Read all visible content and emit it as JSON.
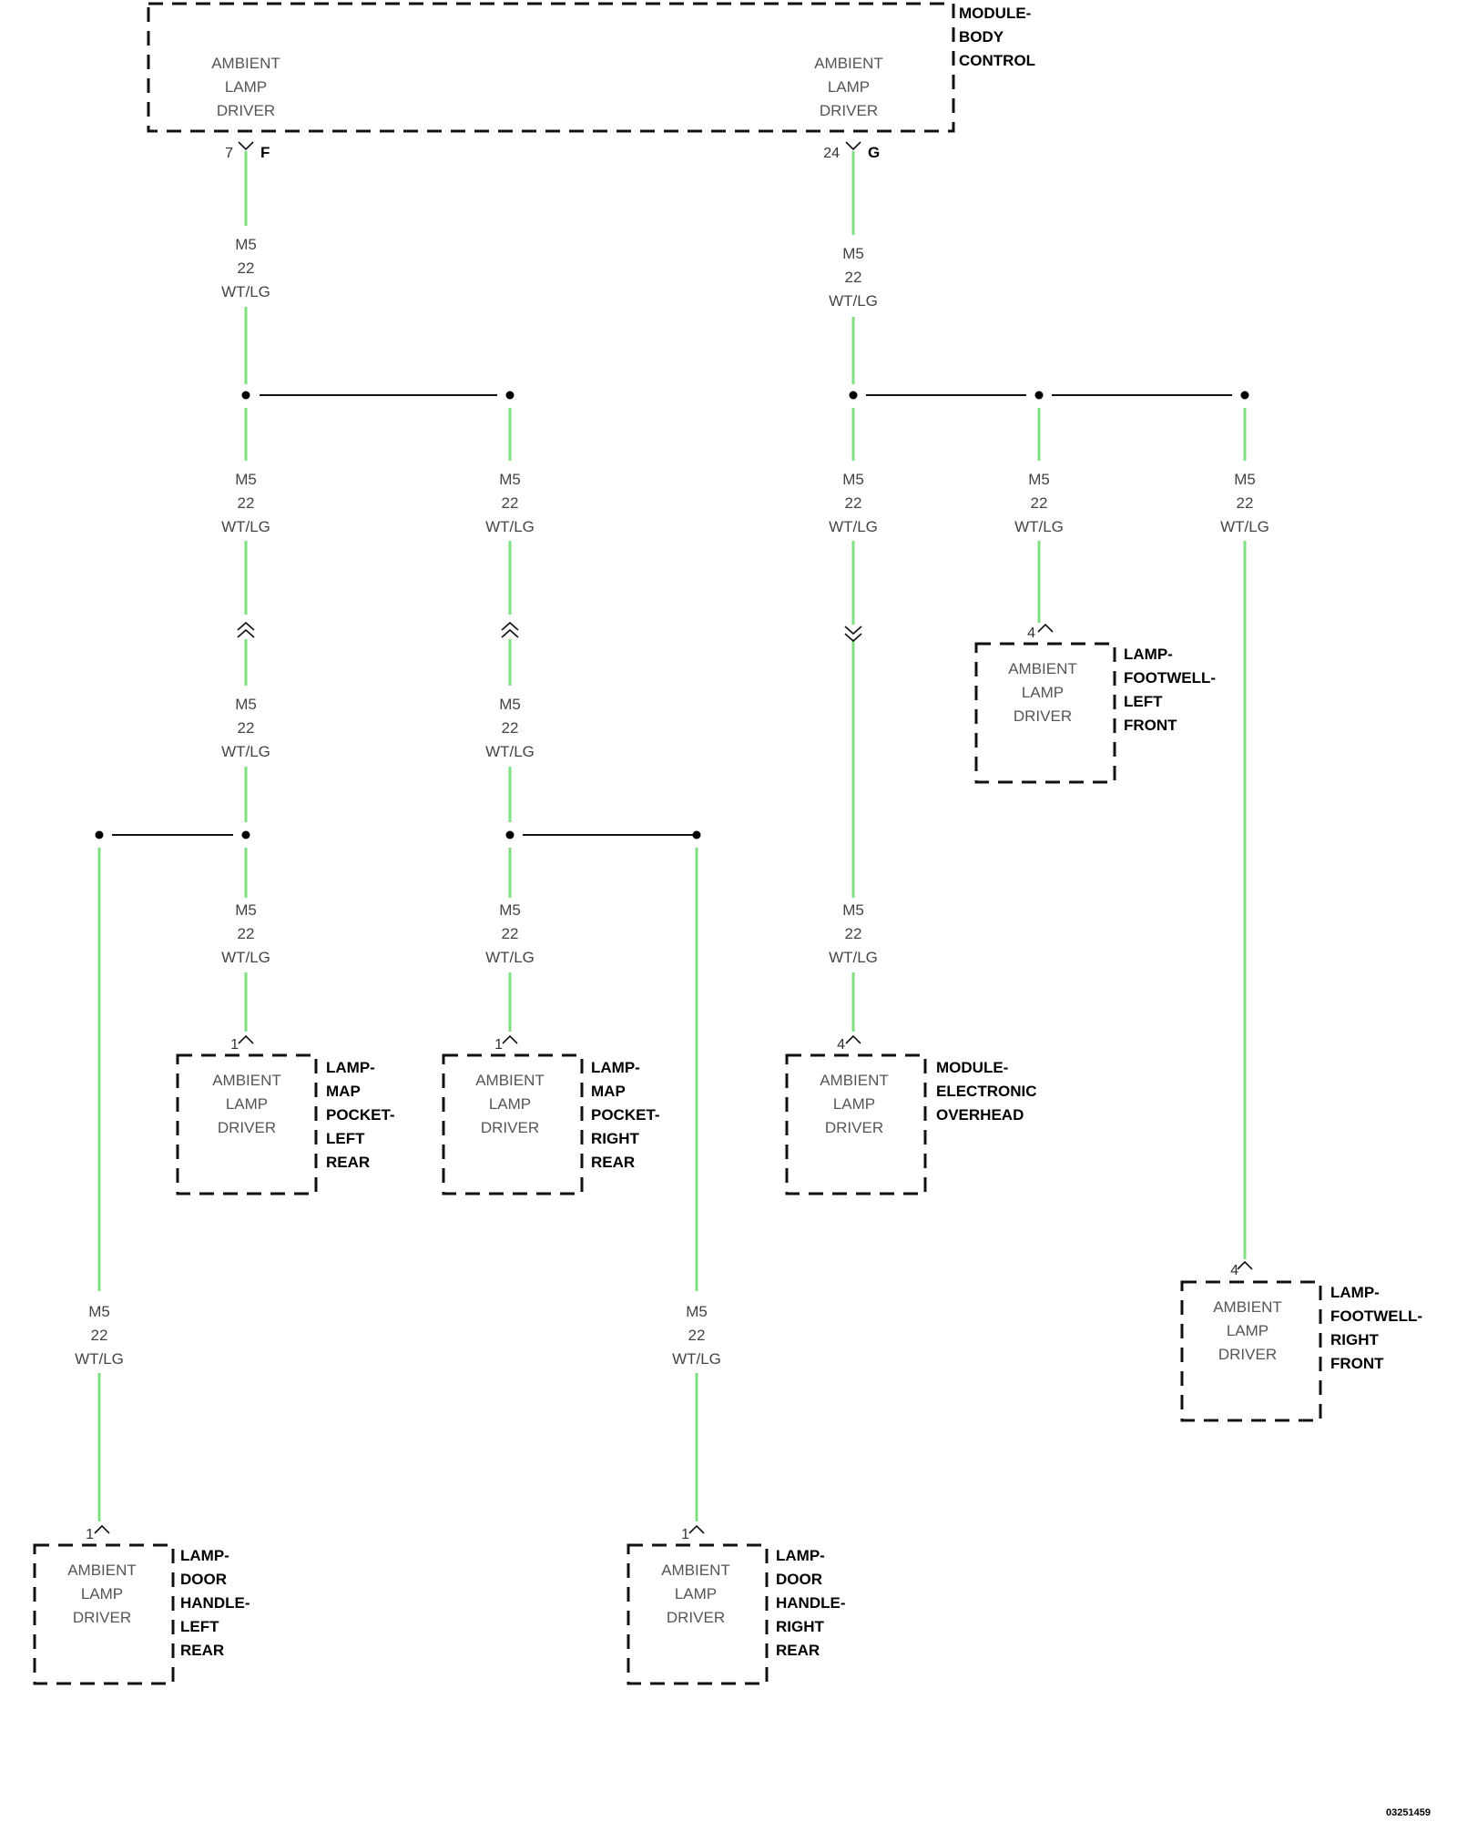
{
  "wire": {
    "code": "M5",
    "gauge": "22",
    "color_code": "WT/LG"
  },
  "driver_label": [
    "AMBIENT",
    "LAMP",
    "DRIVER"
  ],
  "colors": {
    "wire_green": "#7fe07f",
    "line": "#111111"
  },
  "body_control": {
    "name_lines": [
      "MODULE-",
      "BODY",
      "CONTROL"
    ],
    "left_pin": "7",
    "left_connector": "F",
    "right_pin": "24",
    "right_connector": "G"
  },
  "components": {
    "map_pocket_left_rear": {
      "pin": "1",
      "name_lines": [
        "LAMP-",
        "MAP",
        "POCKET-",
        "LEFT",
        "REAR"
      ]
    },
    "map_pocket_right_rear": {
      "pin": "1",
      "name_lines": [
        "LAMP-",
        "MAP",
        "POCKET-",
        "RIGHT",
        "REAR"
      ]
    },
    "electronic_overhead": {
      "pin": "4",
      "name_lines": [
        "MODULE-",
        "ELECTRONIC",
        "OVERHEAD"
      ]
    },
    "footwell_left_front": {
      "pin": "4",
      "name_lines": [
        "LAMP-",
        "FOOTWELL-",
        "LEFT",
        "FRONT"
      ]
    },
    "footwell_right_front": {
      "pin": "4",
      "name_lines": [
        "LAMP-",
        "FOOTWELL-",
        "RIGHT",
        "FRONT"
      ]
    },
    "door_handle_left_rear": {
      "pin": "1",
      "name_lines": [
        "LAMP-",
        "DOOR",
        "HANDLE-",
        "LEFT",
        "REAR"
      ]
    },
    "door_handle_right_rear": {
      "pin": "1",
      "name_lines": [
        "LAMP-",
        "DOOR",
        "HANDLE-",
        "RIGHT",
        "REAR"
      ]
    }
  },
  "figure_id": "03251459"
}
